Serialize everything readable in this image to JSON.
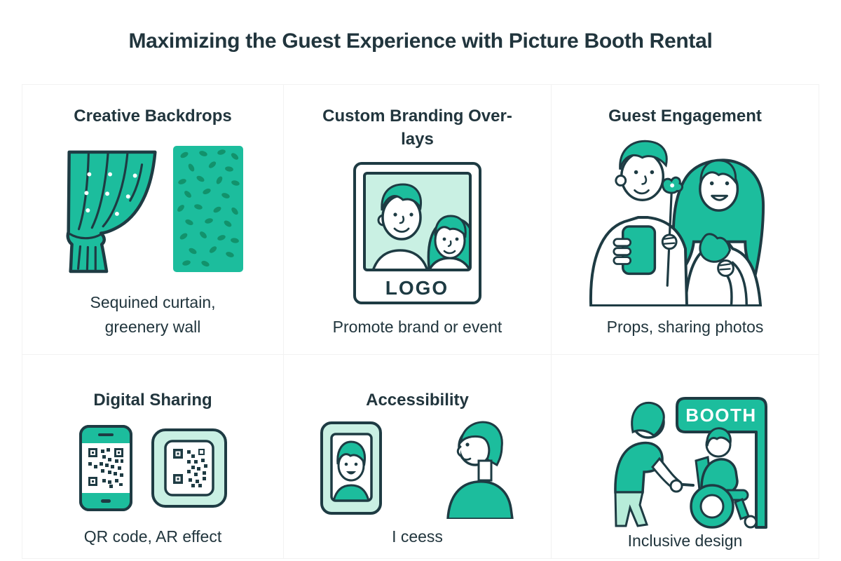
{
  "title": "Maximizing the Guest Experience with Picture Booth Rental",
  "palette": {
    "accent_teal": "#1cbd9d",
    "accent_teal_light": "#c9f0e3",
    "pants_pale_teal": "#b7ecd9",
    "leaf_green": "#12926c",
    "outline_dark": "#1e3b43",
    "text_dark": "#21353d",
    "grid_line": "#f2f2f2",
    "background": "#ffffff"
  },
  "cards": [
    {
      "title": "Creative Backdrops",
      "caption": "Sequined curtain,\ngreenery wall",
      "icons": [
        "sequined-curtain",
        "greenery-wall"
      ]
    },
    {
      "title": "Custom Branding Over-\nlays",
      "caption": "Promote brand or event",
      "logo_label": "LOGO",
      "icons": [
        "branded-photo-frame"
      ]
    },
    {
      "title": "Guest Engagement",
      "caption": "Props, sharing photos",
      "icons": [
        "guests-with-props"
      ]
    },
    {
      "title": "Digital Sharing",
      "caption": "QR code, AR effect",
      "icons": [
        "phone-qr-code",
        "qr-code-card"
      ]
    },
    {
      "title": "Accessibility",
      "caption": "I ceess",
      "icons": [
        "portrait-photo",
        "person-profile"
      ]
    },
    {
      "title": "",
      "caption": "Inclusive design",
      "sign_label": "BOOTH",
      "icons": [
        "wheelchair-assist",
        "booth-sign"
      ]
    }
  ]
}
